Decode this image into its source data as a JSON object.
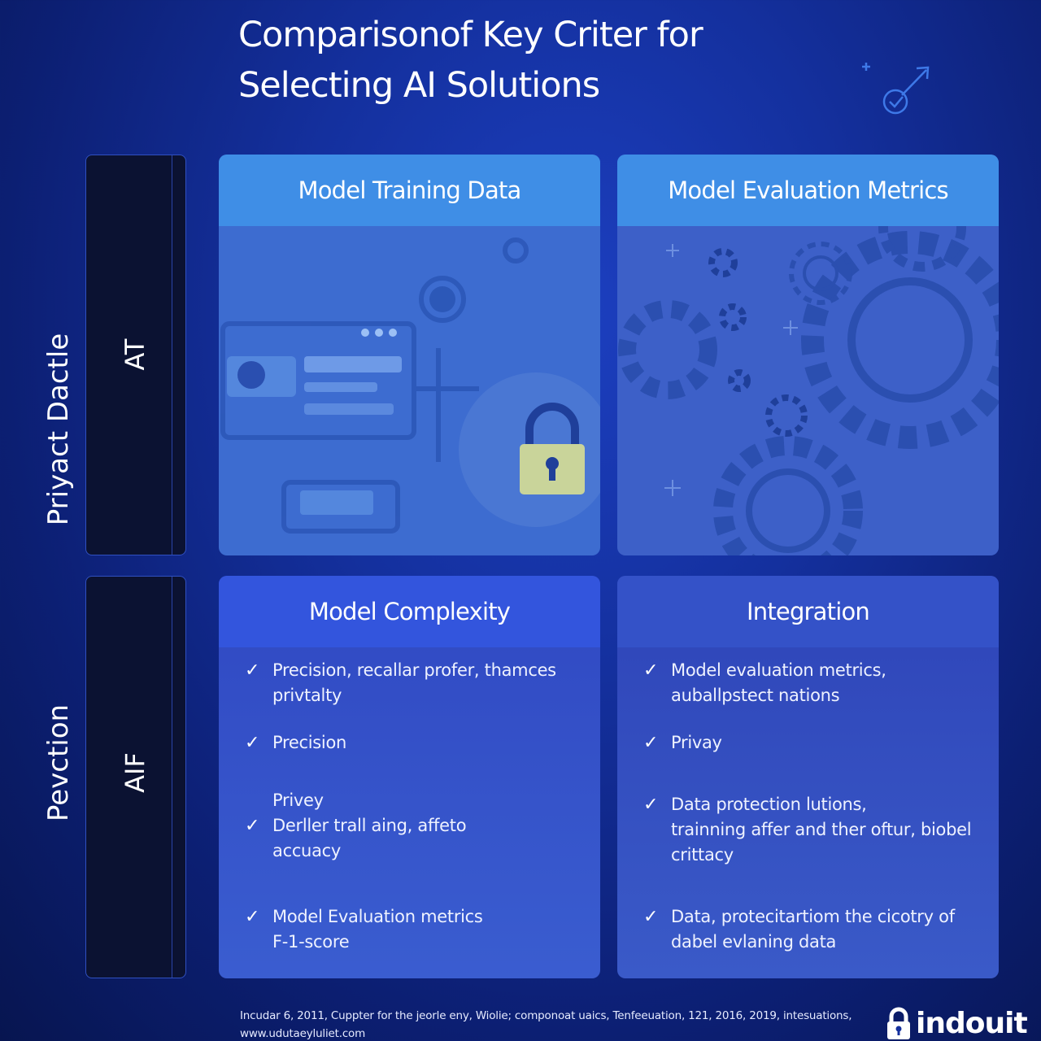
{
  "title": "Comparisonof Key Criter for Selecting AI Solutions",
  "side": {
    "top": {
      "outer_label": "Priyact  Dactle",
      "inner_label": "AT"
    },
    "bottom": {
      "outer_label": "Pevction",
      "inner_label": "AIF"
    }
  },
  "panels": {
    "training": {
      "title": "Model Training Data"
    },
    "evaluation": {
      "title": "Model Evaluation Metrics"
    },
    "complexity": {
      "title": "Model Complexity",
      "items": [
        "Precision, recallar profer, thamces\nprivtalty",
        "Precision",
        "Privey\nDerller trall aing, affeto\naccuacy",
        "Model Evaluation metrics\nF-1-score"
      ]
    },
    "integration": {
      "title": "Integration",
      "items": [
        "Model evaluation metrics,\nauballpstect nations",
        "Privay",
        "Data protection lutions,\ntrainning affer and ther oftur, biobel\ncrittacy",
        "Data, protecitartiom the cicotry of\ndabel evlaning data"
      ]
    }
  },
  "footer": {
    "text": "Incudar 6, 2011, Cuppter for the jeorle eny, Wiolie; componoat uaics, Tenfeeuation, 121, 2016, 2019, intesuations, www.udutaeyluliet.com"
  },
  "brand": {
    "name": "indouit"
  },
  "icons": {
    "check": "check-icon",
    "lock": "lock-icon",
    "gear": "gear-icon",
    "target_arrow": "target-arrow-icon"
  },
  "colors": {
    "background": "#14309e",
    "header_light": "#3f8ee6",
    "header_dark": "#3355dd",
    "side_box": "#0b1232"
  }
}
